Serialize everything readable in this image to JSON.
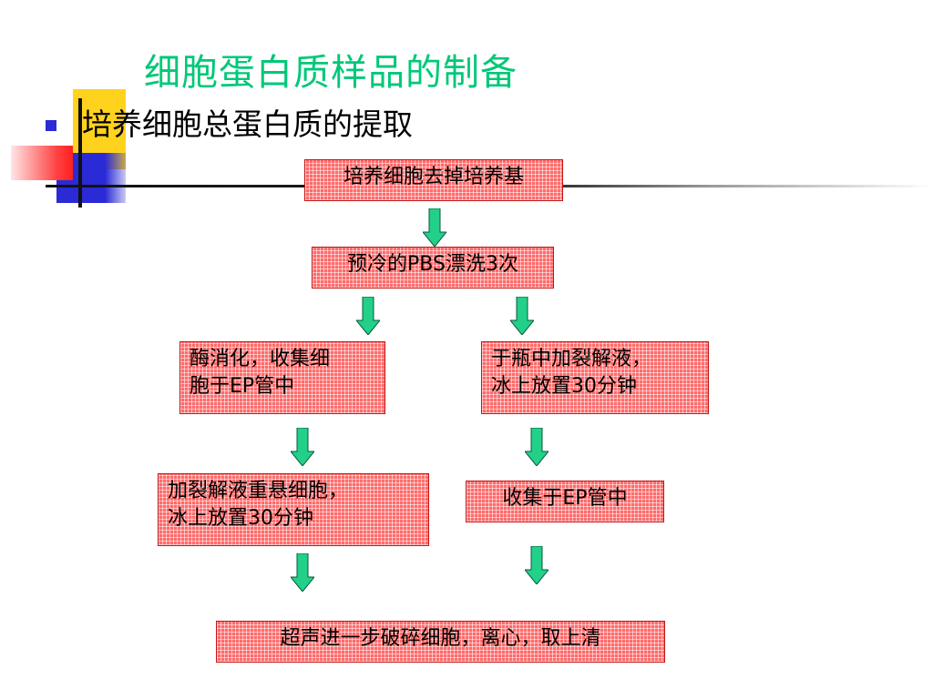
{
  "slide": {
    "title": "细胞蛋白质样品的制备",
    "subtitle": "培养细胞总蛋白质的提取"
  },
  "flowchart": {
    "steps": {
      "step1": "培养细胞去掉培养基",
      "step2": "预冷的PBS漂洗3次",
      "left1": {
        "line1": "酶消化，收集细",
        "line2": "胞于EP管中"
      },
      "right1": {
        "line1": "于瓶中加裂解液，",
        "line2": "冰上放置30分钟"
      },
      "left2": {
        "line1": "加裂解液重悬细胞，",
        "line2": "冰上放置30分钟"
      },
      "right2": "收集于EP管中",
      "final": "超声进一步破碎细胞，离心，取上清"
    }
  },
  "colors": {
    "title": "#00c878",
    "box_fill": "#ff6a6a",
    "box_border": "#c21515",
    "arrow_fill": "#22d08a",
    "bullet": "#2a2ad6",
    "accent_yellow": "#ffd21e"
  }
}
